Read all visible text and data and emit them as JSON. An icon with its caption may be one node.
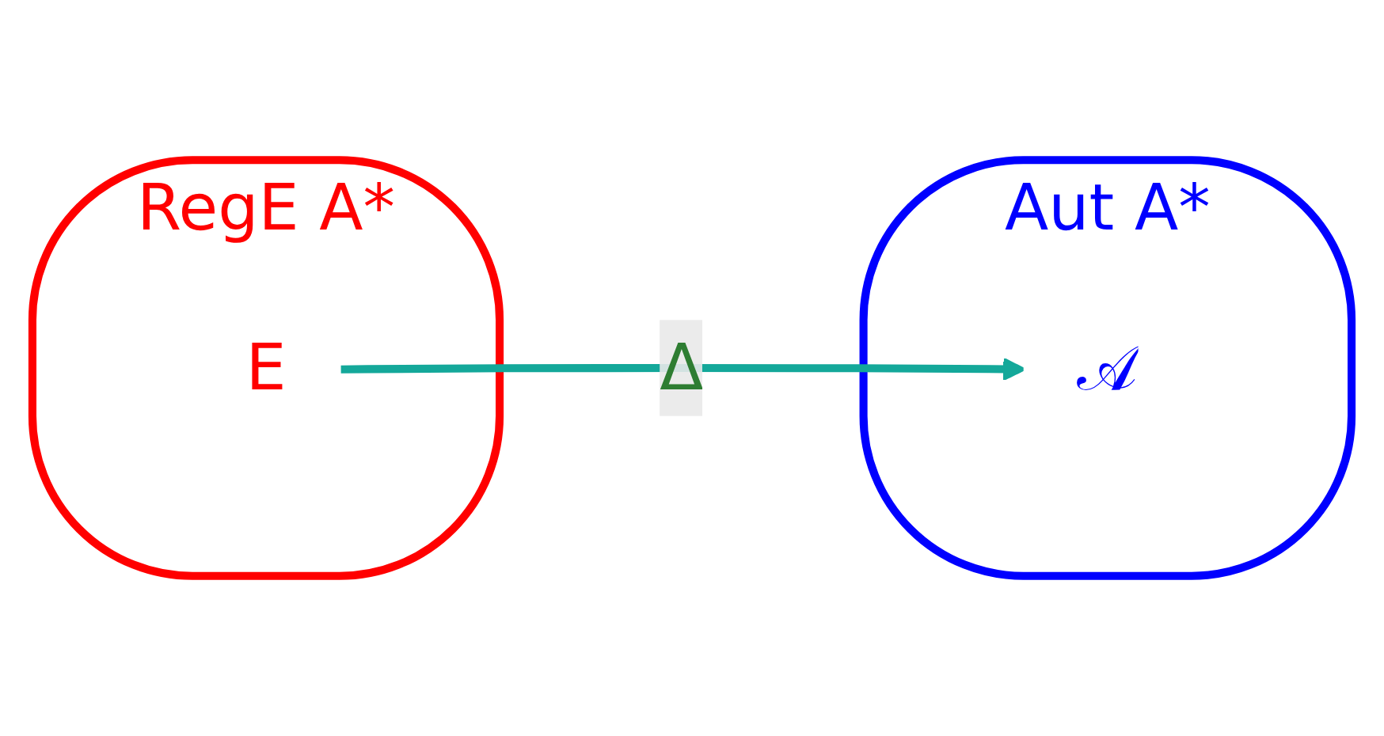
{
  "diagram": {
    "nodes": [
      {
        "text": [
          "RegE A*"
        ]
      },
      {
        "text": [
          "E"
        ],
        "in": 0
      },
      {
        "text": [
          "Aut A*"
        ]
      },
      {
        "text": [
          "𝒜"
        ],
        "in": 2
      }
    ],
    "edges": [
      {
        "from": 1,
        "to": 3,
        "arrow": "to",
        "label": "Δ",
        "color": "#14a89a"
      }
    ]
  }
}
